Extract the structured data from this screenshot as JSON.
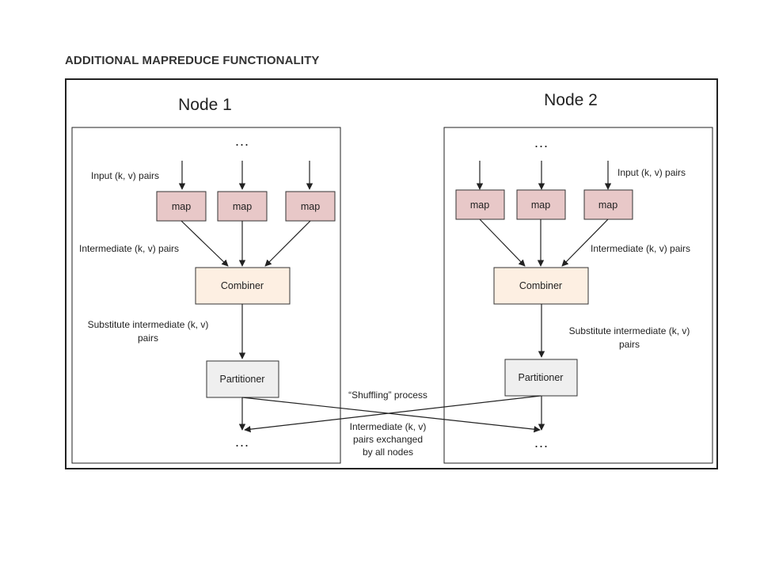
{
  "title": "ADDITIONAL MAPREDUCE FUNCTIONALITY",
  "colors": {
    "map_fill": "#e8c8c8",
    "combiner_fill": "#fdefe2",
    "partitioner_fill": "#efefef",
    "border": "#222222"
  },
  "nodes": [
    {
      "title": "Node 1",
      "top_ellipsis": "...",
      "bottom_ellipsis": "...",
      "input_label": "Input (k, v) pairs",
      "maps": [
        "map",
        "map",
        "map"
      ],
      "intermediate_label": "Intermediate (k, v) pairs",
      "combiner": "Combiner",
      "substitute_label": [
        "Substitute intermediate (k, v)",
        "pairs"
      ],
      "partitioner": "Partitioner"
    },
    {
      "title": "Node 2",
      "top_ellipsis": "...",
      "bottom_ellipsis": "...",
      "input_label": "Input (k, v) pairs",
      "maps": [
        "map",
        "map",
        "map"
      ],
      "intermediate_label": "Intermediate (k, v) pairs",
      "combiner": "Combiner",
      "substitute_label": [
        "Substitute intermediate (k, v)",
        "pairs"
      ],
      "partitioner": "Partitioner"
    }
  ],
  "shuffle": {
    "process_label": "“Shuffling” process",
    "exchange_label": [
      "Intermediate (k, v)",
      "pairs exchanged",
      "by all nodes"
    ]
  }
}
